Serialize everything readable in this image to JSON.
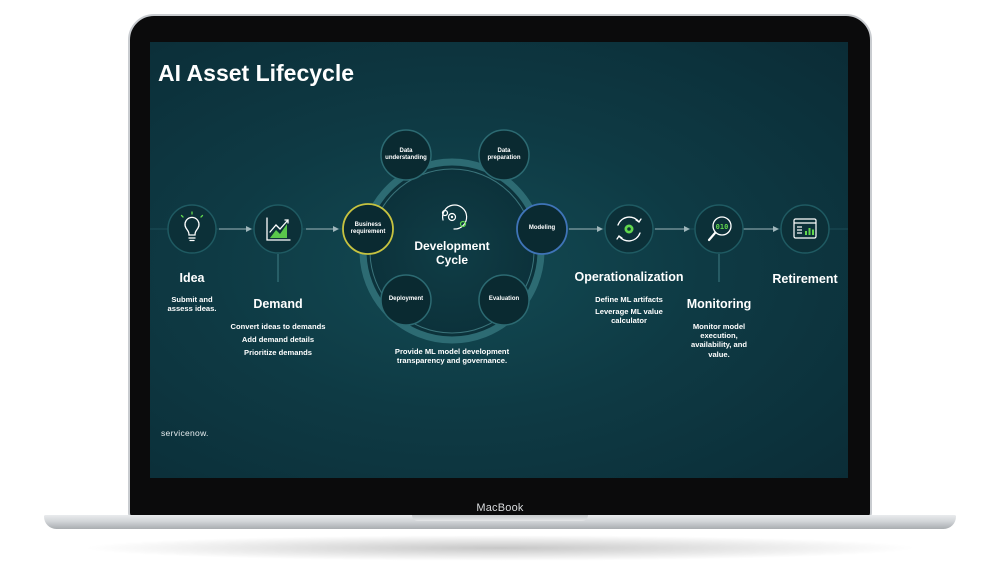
{
  "slide": {
    "title": "AI Asset Lifecycle",
    "brand": "servicenow."
  },
  "device": {
    "label": "MacBook"
  },
  "stages": {
    "idea": {
      "title": "Idea",
      "desc": [
        "Submit and",
        "assess ideas."
      ],
      "icon": "lightbulb-icon"
    },
    "demand": {
      "title": "Demand",
      "desc": [
        "Convert ideas to demands",
        "Add demand details",
        "Prioritize demands"
      ],
      "icon": "trend-chart-icon"
    },
    "operationalization": {
      "title": "Operationalization",
      "desc": [
        "Define ML artifacts",
        "Leverage ML value",
        "calculator"
      ],
      "icon": "gear-cycle-icon"
    },
    "monitoring": {
      "title": "Monitoring",
      "desc": [
        "Monitor model",
        "execution,",
        "availability, and",
        "value."
      ],
      "icon": "binary-magnifier-icon"
    },
    "retirement": {
      "title": "Retirement",
      "icon": "dashboard-window-icon"
    }
  },
  "cycle": {
    "title": [
      "Development",
      "Cycle"
    ],
    "icon": "process-cycle-icon",
    "nodes": {
      "business_requirement": [
        "Business",
        "requirement"
      ],
      "data_understanding": [
        "Data",
        "understanding"
      ],
      "data_preparation": [
        "Data",
        "preparation"
      ],
      "modeling": [
        "Modeling"
      ],
      "evaluation": [
        "Evaluation"
      ],
      "deployment": [
        "Deployment"
      ]
    },
    "desc": [
      "Provide ML model development",
      "transparency and governance."
    ]
  },
  "colors": {
    "background": "#0e3a44",
    "node_fill": "#0a2a31",
    "ring": "#3d8a91",
    "accent_green": "#62d84e",
    "text": "#ffffff"
  }
}
